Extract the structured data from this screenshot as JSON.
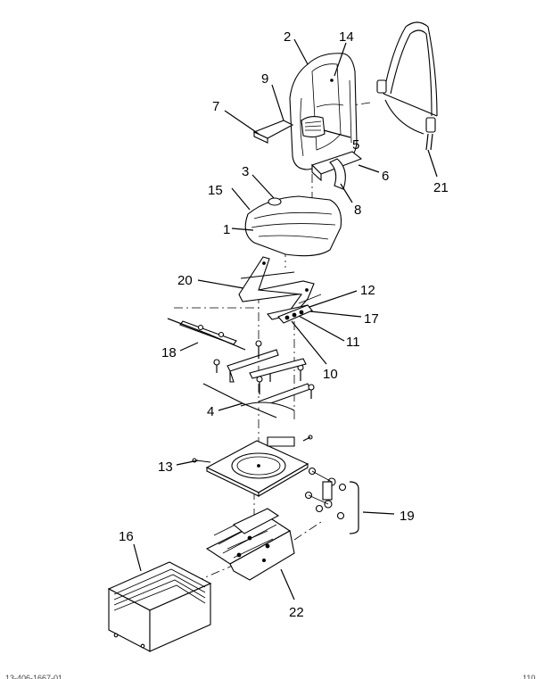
{
  "callouts": [
    {
      "id": "c1",
      "text": "1"
    },
    {
      "id": "c2",
      "text": "2"
    },
    {
      "id": "c3",
      "text": "3"
    },
    {
      "id": "c4",
      "text": "4"
    },
    {
      "id": "c5",
      "text": "5"
    },
    {
      "id": "c6",
      "text": "6"
    },
    {
      "id": "c7",
      "text": "7"
    },
    {
      "id": "c8",
      "text": "8"
    },
    {
      "id": "c9",
      "text": "9"
    },
    {
      "id": "c10",
      "text": "10"
    },
    {
      "id": "c11",
      "text": "11"
    },
    {
      "id": "c12",
      "text": "12"
    },
    {
      "id": "c13",
      "text": "13"
    },
    {
      "id": "c14",
      "text": "14"
    },
    {
      "id": "c15",
      "text": "15"
    },
    {
      "id": "c16",
      "text": "16"
    },
    {
      "id": "c17",
      "text": "17"
    },
    {
      "id": "c18",
      "text": "18"
    },
    {
      "id": "c19",
      "text": "19"
    },
    {
      "id": "c20",
      "text": "20"
    },
    {
      "id": "c21",
      "text": "21"
    },
    {
      "id": "c22",
      "text": "22"
    }
  ],
  "footer": {
    "left": "13-406-1667-01",
    "right": "110"
  }
}
